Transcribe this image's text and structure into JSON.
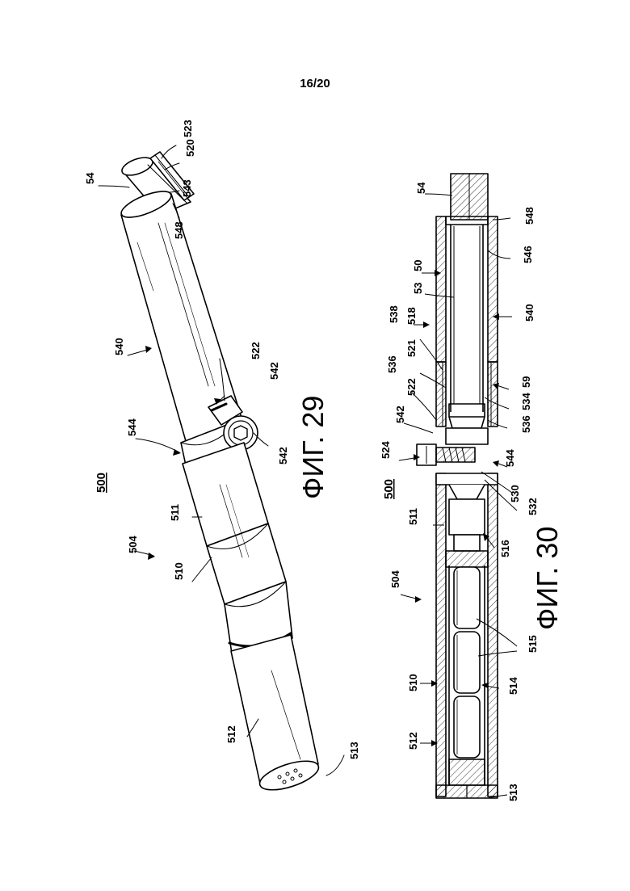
{
  "page": {
    "number": "16/20"
  },
  "fig29": {
    "label": "ФИГ. 29",
    "refs": {
      "r500": "500",
      "r504": "504",
      "r510": "510",
      "r511": "511",
      "r512": "512",
      "r513": "513",
      "r540": "540",
      "r544": "544",
      "r542a": "542",
      "r542b": "542",
      "r522": "522",
      "r54": "54",
      "r523": "523",
      "r520": "520",
      "r543": "543",
      "r548": "548"
    }
  },
  "fig30": {
    "label": "ФИГ. 30",
    "refs": {
      "r500": "500",
      "r504": "504",
      "r510": "510",
      "r511": "511",
      "r512": "512",
      "r513": "513",
      "r514": "514",
      "r515": "515",
      "r516": "516",
      "r524": "524",
      "r530": "530",
      "r532": "532",
      "r544": "544",
      "r542": "542",
      "r522": "522",
      "r536a": "536",
      "r536b": "536",
      "r534": "534",
      "r59": "59",
      "r521": "521",
      "r538": "538",
      "r518": "518",
      "r540": "540",
      "r53": "53",
      "r50": "50",
      "r546": "546",
      "r548": "548",
      "r54": "54"
    }
  }
}
